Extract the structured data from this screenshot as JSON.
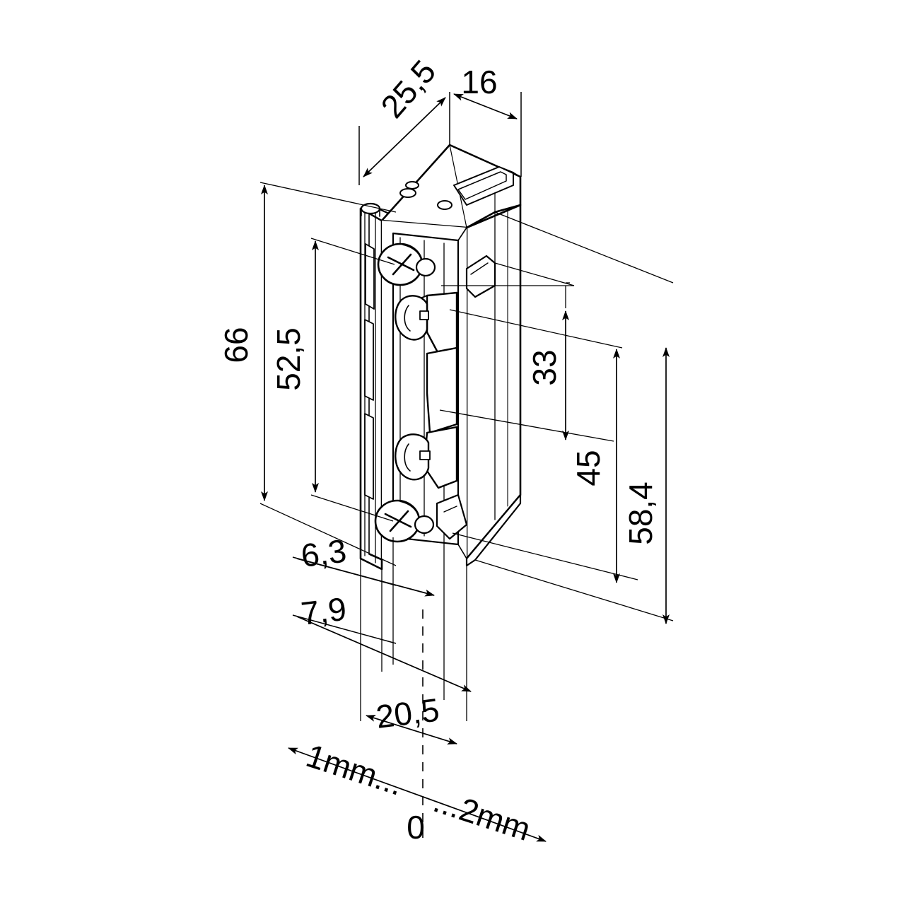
{
  "drawing": {
    "title": "Electric door strike isometric dimension drawing",
    "background_color": "#ffffff",
    "line_color": "#000000",
    "units": "mm"
  },
  "dimensions": {
    "depth_total": "25,5",
    "faceplate_width": "16",
    "height_total": "66",
    "height_fixing_centres": "52,5",
    "latch_from_top": "33",
    "latch_span": "45",
    "body_height": "58,4",
    "offset_a": "6,3",
    "offset_b": "7,9",
    "offset_c": "20,5"
  },
  "tolerance_note": {
    "left_label": "1mm...",
    "zero_label": "0",
    "right_label": "...2mm"
  }
}
